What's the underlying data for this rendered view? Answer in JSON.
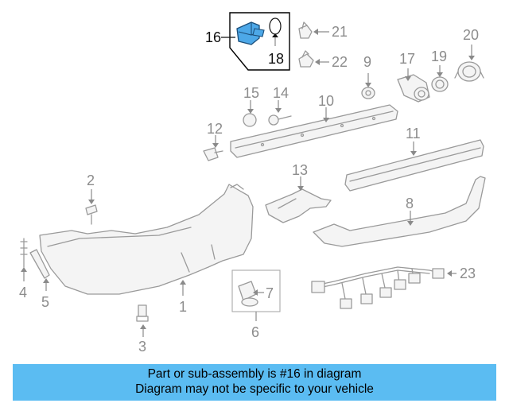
{
  "callouts": {
    "c1": "1",
    "c2": "2",
    "c3": "3",
    "c4": "4",
    "c5": "5",
    "c6": "6",
    "c7": "7",
    "c8": "8",
    "c9": "9",
    "c10": "10",
    "c11": "11",
    "c12": "12",
    "c13": "13",
    "c14": "14",
    "c15": "15",
    "c16": "16",
    "c17": "17",
    "c18": "18",
    "c19": "19",
    "c20": "20",
    "c21": "21",
    "c22": "22",
    "c23": "23"
  },
  "highlight": {
    "part_number": "16",
    "color": "#4da8e8",
    "stroke": "#1c4f7a"
  },
  "banner": {
    "line1": "Part or sub-assembly is #16 in diagram",
    "line2": "Diagram may not be specific to your vehicle",
    "background": "#5bbcf2"
  }
}
